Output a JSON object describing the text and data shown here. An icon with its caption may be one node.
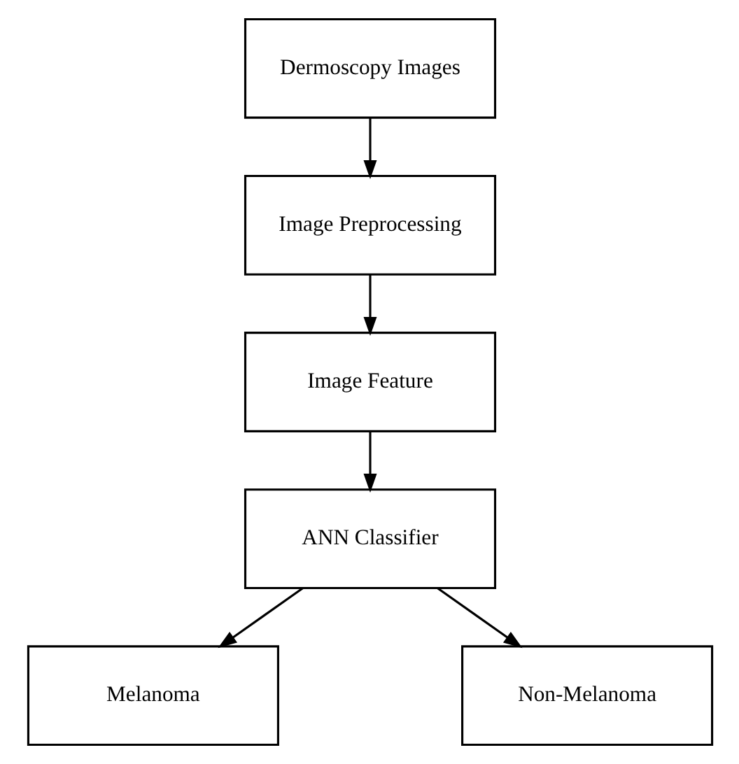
{
  "diagram": {
    "nodes": [
      {
        "text": [
          "Dermoscopy Images"
        ]
      },
      {
        "text": [
          "Image Preprocessing"
        ]
      },
      {
        "text": [
          "Image Feature"
        ]
      },
      {
        "text": [
          "ANN Classifier"
        ]
      },
      {
        "text": [
          "Melanoma"
        ]
      },
      {
        "text": [
          "Non-Melanoma"
        ]
      }
    ],
    "edges": [
      {
        "from": 0,
        "to": 1,
        "arrow": "to"
      },
      {
        "from": 1,
        "to": 2,
        "arrow": "to"
      },
      {
        "from": 2,
        "to": 3,
        "arrow": "to"
      },
      {
        "from": 3,
        "to": 4,
        "arrow": "to"
      },
      {
        "from": 3,
        "to": 5,
        "arrow": "to"
      }
    ]
  }
}
